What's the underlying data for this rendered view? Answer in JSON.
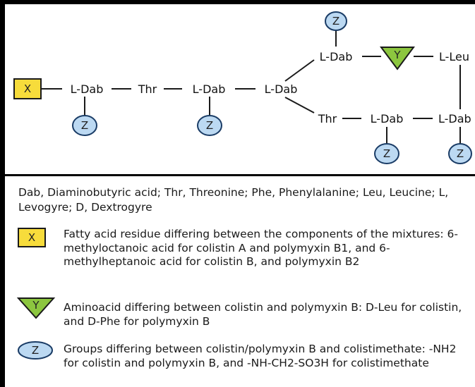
{
  "diagram": {
    "symbols": {
      "x": "X",
      "y": "Y",
      "z": "Z"
    },
    "nodes": {
      "dab1": "L-Dab",
      "thr1": "Thr",
      "dab2": "L-Dab",
      "dab3": "L-Dab",
      "dab_upper": "L-Dab",
      "leu": "L-Leu",
      "thr2": "Thr",
      "dab_lower": "L-Dab",
      "dab_lower_right": "L-Dab"
    }
  },
  "legend": {
    "intro": "Dab, Diaminobutyric acid; Thr, Threonine; Phe, Phenylalanine; Leu, Leucine; L, Levogyre; D, Dextrogyre",
    "items": [
      {
        "symbol": "X",
        "text": "Fatty acid residue differing between the components of the mixtures: 6-methyloctanoic acid for colistin A and polymyxin B1, and 6-methylheptanoic acid for colistin B, and polymyxin B2"
      },
      {
        "symbol": "Y",
        "text": "Aminoacid differing between colistin and polymyxin B: D-Leu for colistin, and D-Phe for polymyxin B"
      },
      {
        "symbol": "Z",
        "text": "Groups differing between colistin/polymyxin B and colistimethate: -NH2 for colistin and polymyxin B, and -NH-CH2-SO3H for colistimethate"
      }
    ]
  },
  "colors": {
    "x_fill": "#f7dc3b",
    "y_fill": "#8cc63f",
    "z_fill": "#bcd9f2",
    "z_stroke": "#1a3c66"
  }
}
